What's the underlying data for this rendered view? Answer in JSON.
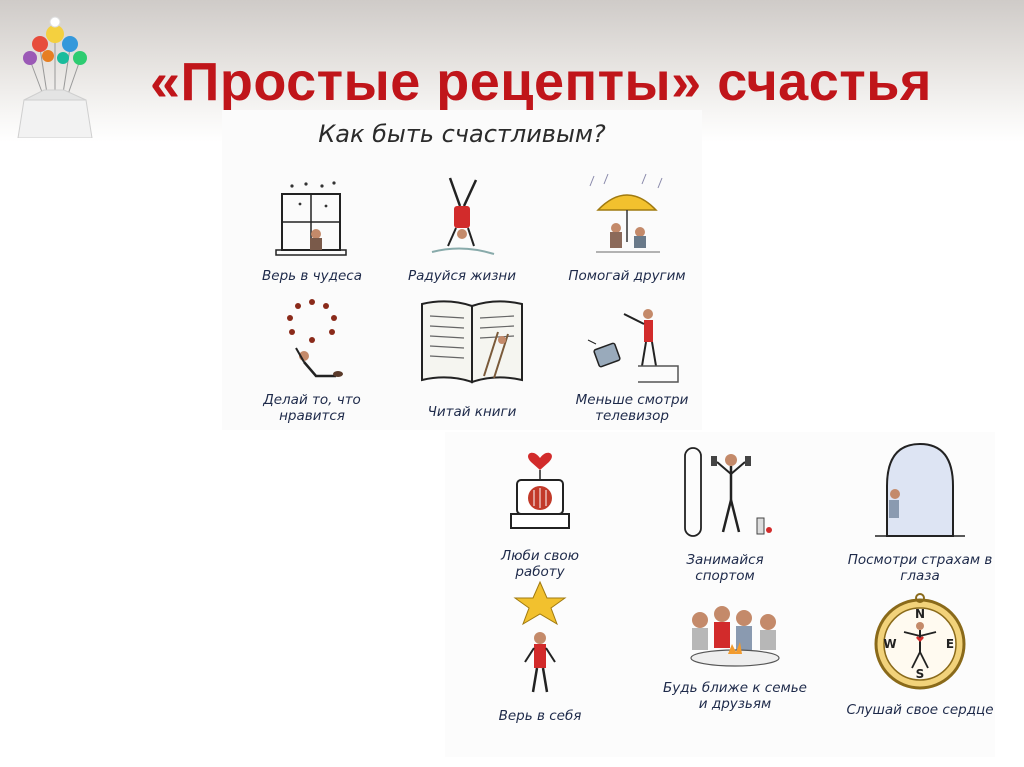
{
  "slide": {
    "title": "«Простые рецепты» счастья"
  },
  "top_panel": {
    "heading": "Как быть счастливым?",
    "items": [
      {
        "label": "Верь в чудеса"
      },
      {
        "label": "Радуйся жизни"
      },
      {
        "label": "Помогай другим"
      },
      {
        "label": "Делай то, что нравится"
      },
      {
        "label": "Читай книги"
      },
      {
        "label": "Меньше смотри телевизор"
      }
    ]
  },
  "bottom_panel": {
    "items": [
      {
        "label": "Люби свою работу"
      },
      {
        "label": "Занимайся спортом"
      },
      {
        "label": "Посмотри страхам в глаза"
      },
      {
        "label": "Верь в себя"
      },
      {
        "label": "Будь ближе к семье и друзьям"
      },
      {
        "label": "Слушай свое сердце"
      }
    ],
    "compass_letters": {
      "n": "N",
      "s": "S",
      "e": "E",
      "w": "W"
    }
  },
  "colors": {
    "title": "#c0151a",
    "ink": "#1e2a4a",
    "accent_red": "#d22b2b",
    "umbrella": "#f2c12e"
  }
}
